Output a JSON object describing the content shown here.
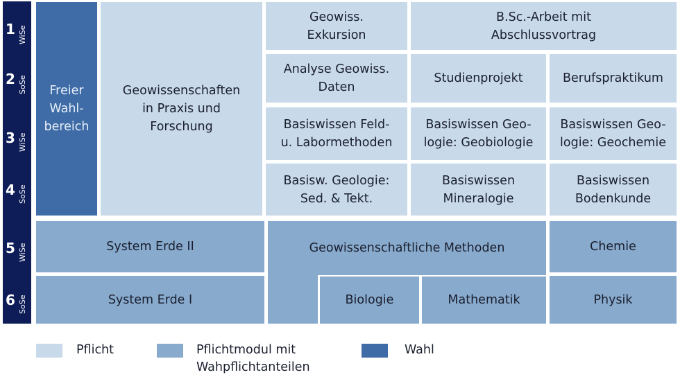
{
  "semesters": [
    {
      "num": "1",
      "term": "WiSe"
    },
    {
      "num": "2",
      "term": "SoSe"
    },
    {
      "num": "3",
      "term": "WiSe"
    },
    {
      "num": "4",
      "term": "SoSe"
    },
    {
      "num": "5",
      "term": "WiSe"
    },
    {
      "num": "6",
      "term": "SoSe"
    }
  ],
  "modules": {
    "freier_wahlbereich": "Freier\nWahl-\nbereich",
    "praxis_forschung": "Geowissenschaften\nin Praxis und\nForschung",
    "exkursion": "Geowiss.\nExkursion",
    "bsc_arbeit": "B.Sc.-Arbeit mit\nAbschlussvortrag",
    "analyse": "Analyse Geowiss.\nDaten",
    "studienprojekt": "Studienprojekt",
    "berufspraktikum": "Berufspraktikum",
    "feld_labor": "Basiswissen Feld-\nu. Labormethoden",
    "geobiologie": "Basiswissen Geo-\nlogie: Geobiologie",
    "geochemie": "Basiswissen Geo-\nlogie: Geochemie",
    "sed_tekt": "Basisw. Geologie:\nSed. & Tekt.",
    "mineralogie": "Basiswissen\nMineralogie",
    "bodenkunde": "Basiswissen\nBodenkunde",
    "system_erde_2": "System Erde II",
    "methoden": "Geowissenschaftliche Methoden",
    "chemie": "Chemie",
    "system_erde_1": "System Erde I",
    "biologie": "Biologie",
    "mathematik": "Mathematik",
    "physik": "Physik"
  },
  "legend": [
    {
      "label": "Pflicht",
      "color": "#c8d9ea"
    },
    {
      "label": "Pflichtmodul mit\nWahpflichtanteilen",
      "color": "#88aacd"
    },
    {
      "label": "Wahl",
      "color": "#3f6ca6"
    }
  ]
}
